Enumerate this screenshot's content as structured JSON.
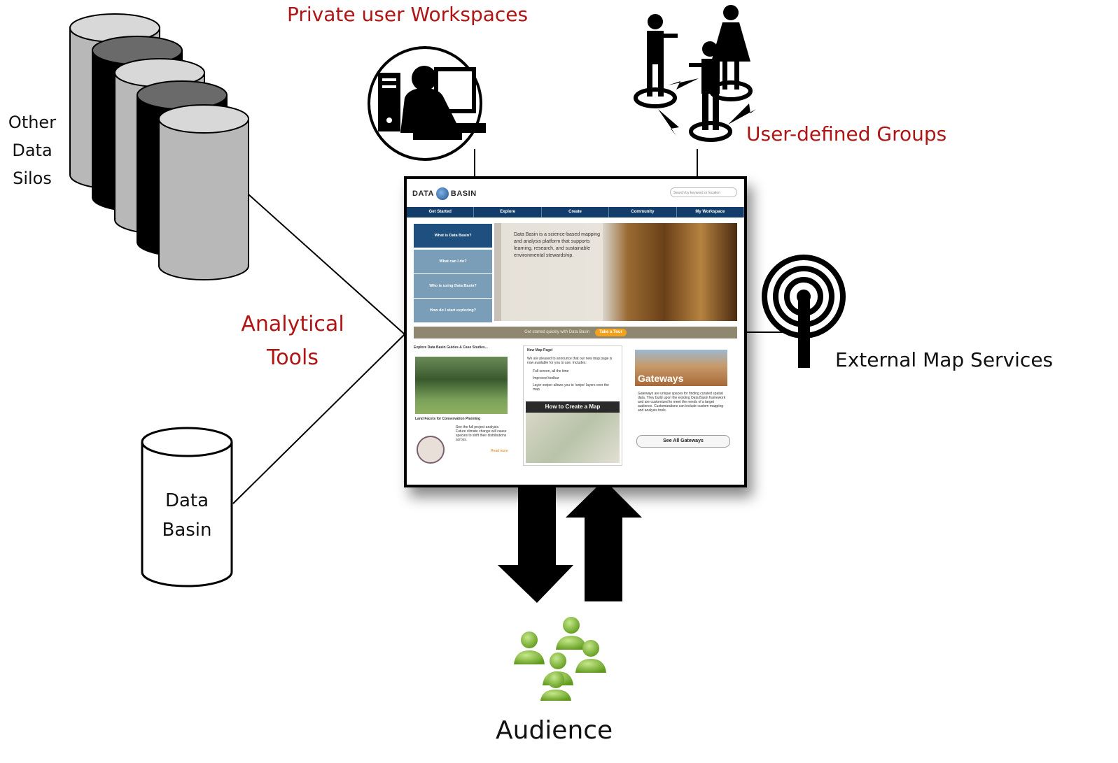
{
  "labels": {
    "private_workspaces": "Private user Workspaces",
    "user_groups": "User-defined Groups",
    "other_data_silos": [
      "Other",
      "Data",
      "Silos"
    ],
    "analytical_tools": [
      "Analytical",
      "Tools"
    ],
    "data_basin_store": [
      "Data",
      "Basin"
    ],
    "external_map_services": "External Map Services",
    "audience": "Audience"
  },
  "colors": {
    "accent_red": "#b01515",
    "nav_blue": "#123d6b",
    "audience_green": "#7ab32e"
  },
  "screenshot": {
    "logo_left": "DATA",
    "logo_right": "BASIN",
    "search_placeholder": "Search by keyword or location",
    "nav": [
      "Get Started",
      "Explore",
      "Create",
      "Community",
      "My Workspace"
    ],
    "side_buttons": [
      "What is Data Basin?",
      "What can I do?",
      "Who is using Data Basin?",
      "How do I start exploring?"
    ],
    "hero_text": "Data Basin is a science-based mapping and analysis platform that supports learning, research, and sustainable environmental stewardship.",
    "get_started": "Get started quickly with Data Basin",
    "take_tour": "Take a Tour",
    "guides_heading": "Explore Data Basin Guides & Case Studies...",
    "land_facets": "Land Facets for Conservation Planning",
    "facets_text": "See the full project analysis. Future climate change will cause species to shift their distributions across.",
    "read_more": "Read more",
    "new_map_heading": "New Map Page!",
    "new_map_text": "We are pleased to announce that our new map page is now available for you to use. Includes:",
    "new_map_items": [
      "Full screen, all the time",
      "Improved toolbar",
      "Layer swiper allows you to 'swipe' layers over the map"
    ],
    "how_to_map": "How to Create a Map",
    "gateways_title": "Gateways",
    "gateways_text": "Gateways are unique spaces for finding curated spatial data. They build upon the existing Data Basin framework and are customized to meet the needs of a target audience. Customizations can include custom mapping and analysis tools.",
    "see_all_gateways": "See All Gateways"
  }
}
